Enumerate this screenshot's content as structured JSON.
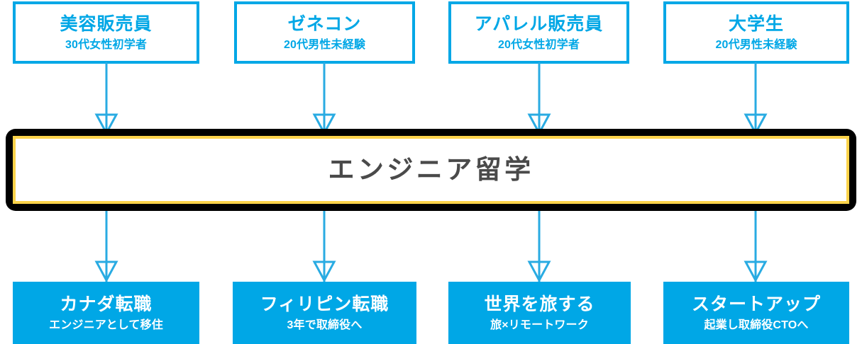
{
  "diagram": {
    "accent_blue": "#00A7E6",
    "accent_yellow": "#FCD34A",
    "frame_black": "#000000",
    "center_text_gray": "#4A4A4A",
    "connector_color": "#29ABE2",
    "background": "#FFFFFF",
    "top_row": [
      {
        "title": "美容販売員",
        "sub": "30代女性初学者"
      },
      {
        "title": "ゼネコン",
        "sub": "20代男性未経験"
      },
      {
        "title": "アパレル販売員",
        "sub": "20代女性初学者"
      },
      {
        "title": "大学生",
        "sub": "20代男性未経験"
      }
    ],
    "center": {
      "title": "エンジニア留学"
    },
    "bottom_row": [
      {
        "title": "カナダ転職",
        "sub": "エンジニアとして移住"
      },
      {
        "title": "フィリピン転職",
        "sub": "3年で取締役へ"
      },
      {
        "title": "世界を旅する",
        "sub": "旅×リモートワーク"
      },
      {
        "title": "スタートアップ",
        "sub": "起業し取締役CTOへ"
      }
    ],
    "connectors": {
      "incoming_label": "arrow-down-into-center",
      "outgoing_label": "arrow-down-from-center"
    }
  }
}
